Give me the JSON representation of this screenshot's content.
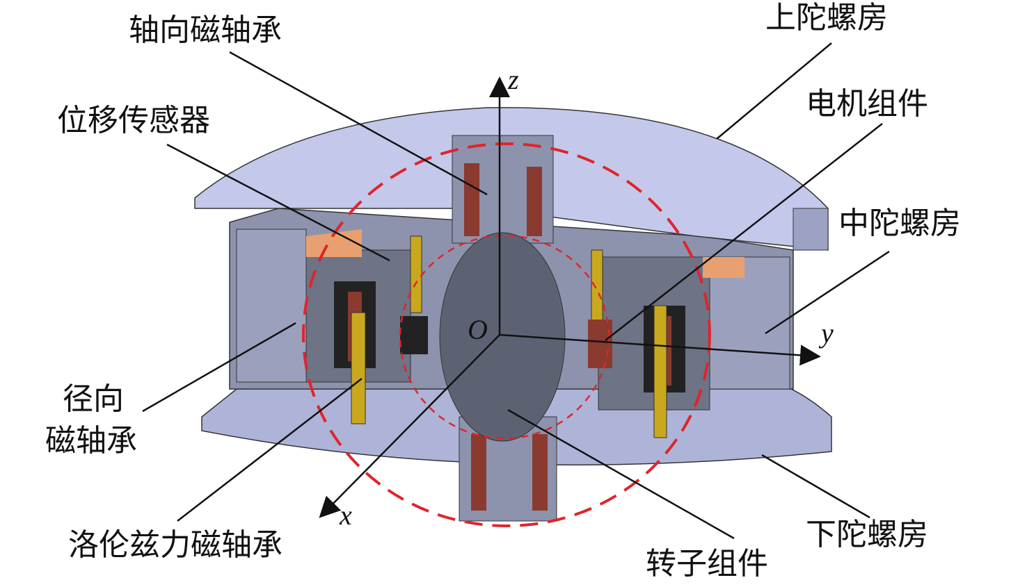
{
  "labels": {
    "axial_bearing": "轴向磁轴承",
    "upper_housing": "上陀螺房",
    "motor": "电机组件",
    "displacement_sensor": "位移传感器",
    "middle_housing": "中陀螺房",
    "radial_bearing_line1": "径向",
    "radial_bearing_line2": "磁轴承",
    "lorentz_bearing": "洛伦兹力磁轴承",
    "rotor": "转子组件",
    "lower_housing": "下陀螺房"
  },
  "axes": {
    "z": "z",
    "y": "y",
    "x": "x",
    "origin": "O"
  },
  "colors": {
    "housing": "#b7bde0",
    "dark_part": "#5d6273",
    "coil": "#8a3a2e",
    "sensor": "#c9a81e",
    "highlight": "#e0242b",
    "copper": "#e8a070"
  }
}
